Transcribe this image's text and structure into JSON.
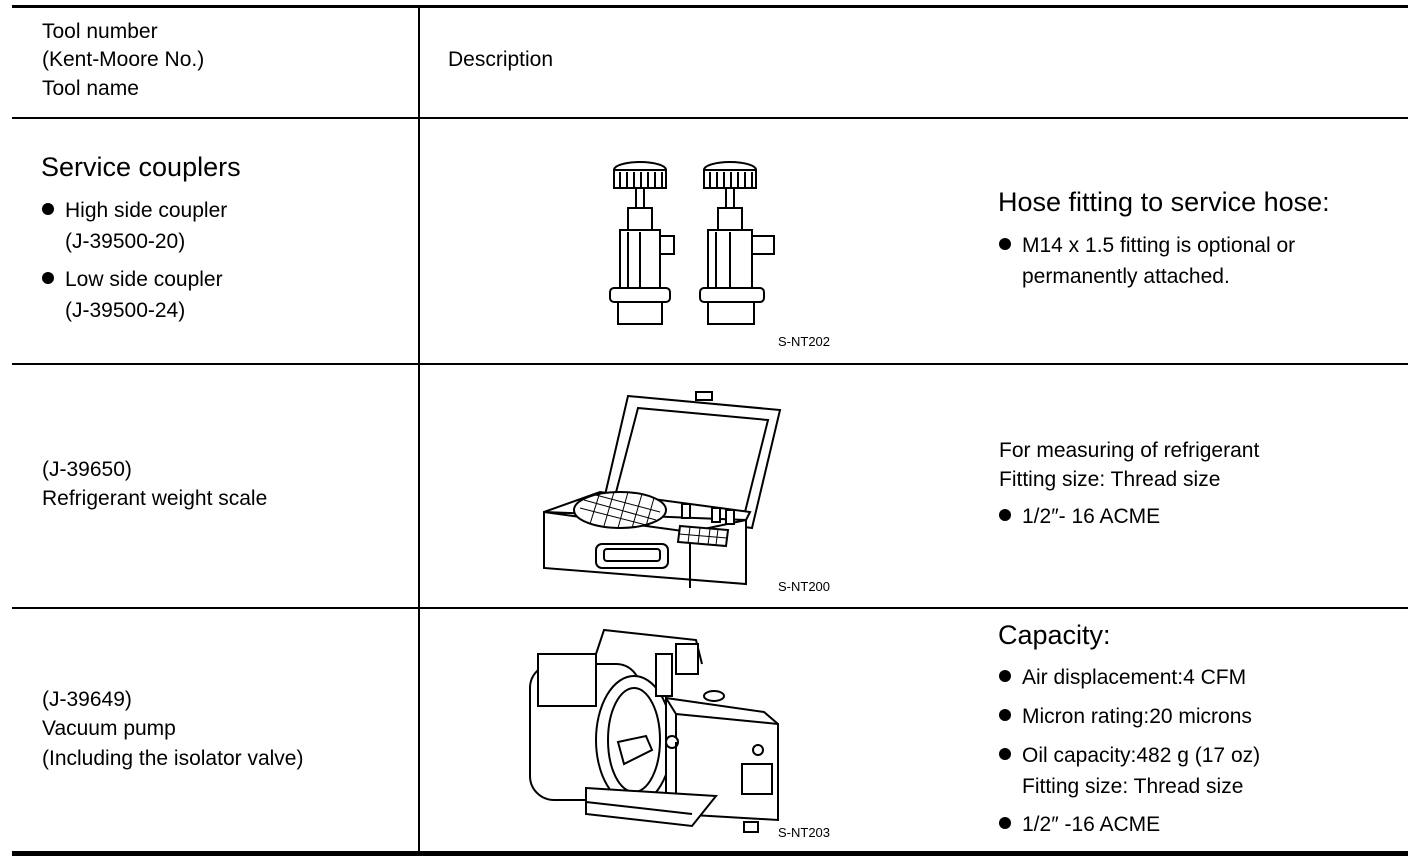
{
  "header": {
    "tool_col_line1": "Tool number",
    "tool_col_line2": "(Kent-Moore No.)",
    "tool_col_line3": "Tool name",
    "desc_col": "Description"
  },
  "rows": [
    {
      "tool_title": "Service couplers",
      "tool_items": [
        {
          "label": "High side coupler",
          "number": "(J-39500-20)"
        },
        {
          "label": "Low side coupler",
          "number": "(J-39500-24)"
        }
      ],
      "figure_id": "S-NT202",
      "figure_icon": "service-couplers-illustration",
      "desc_title": "Hose fitting to service hose:",
      "desc_bullets": [
        "M14 x 1.5 fitting is optional or",
        "permanently attached."
      ]
    },
    {
      "tool_number": "(J-39650)",
      "tool_name": "Refrigerant weight scale",
      "figure_id": "S-NT200",
      "figure_icon": "refrigerant-scale-illustration",
      "desc_line1": "For measuring of refrigerant",
      "desc_line2": "Fitting size: Thread size",
      "desc_bullet": "1/2″- 16 ACME"
    },
    {
      "tool_number": "(J-39649)",
      "tool_name": "Vacuum pump",
      "tool_note": "(Including the isolator valve)",
      "figure_id": "S-NT203",
      "figure_icon": "vacuum-pump-illustration",
      "desc_title": "Capacity:",
      "desc_bullets": [
        "Air displacement:4 CFM",
        "Micron rating:20 microns",
        "Oil capacity:482 g (17 oz)",
        "Fitting size: Thread size",
        "1/2″ -16 ACME"
      ]
    }
  ]
}
